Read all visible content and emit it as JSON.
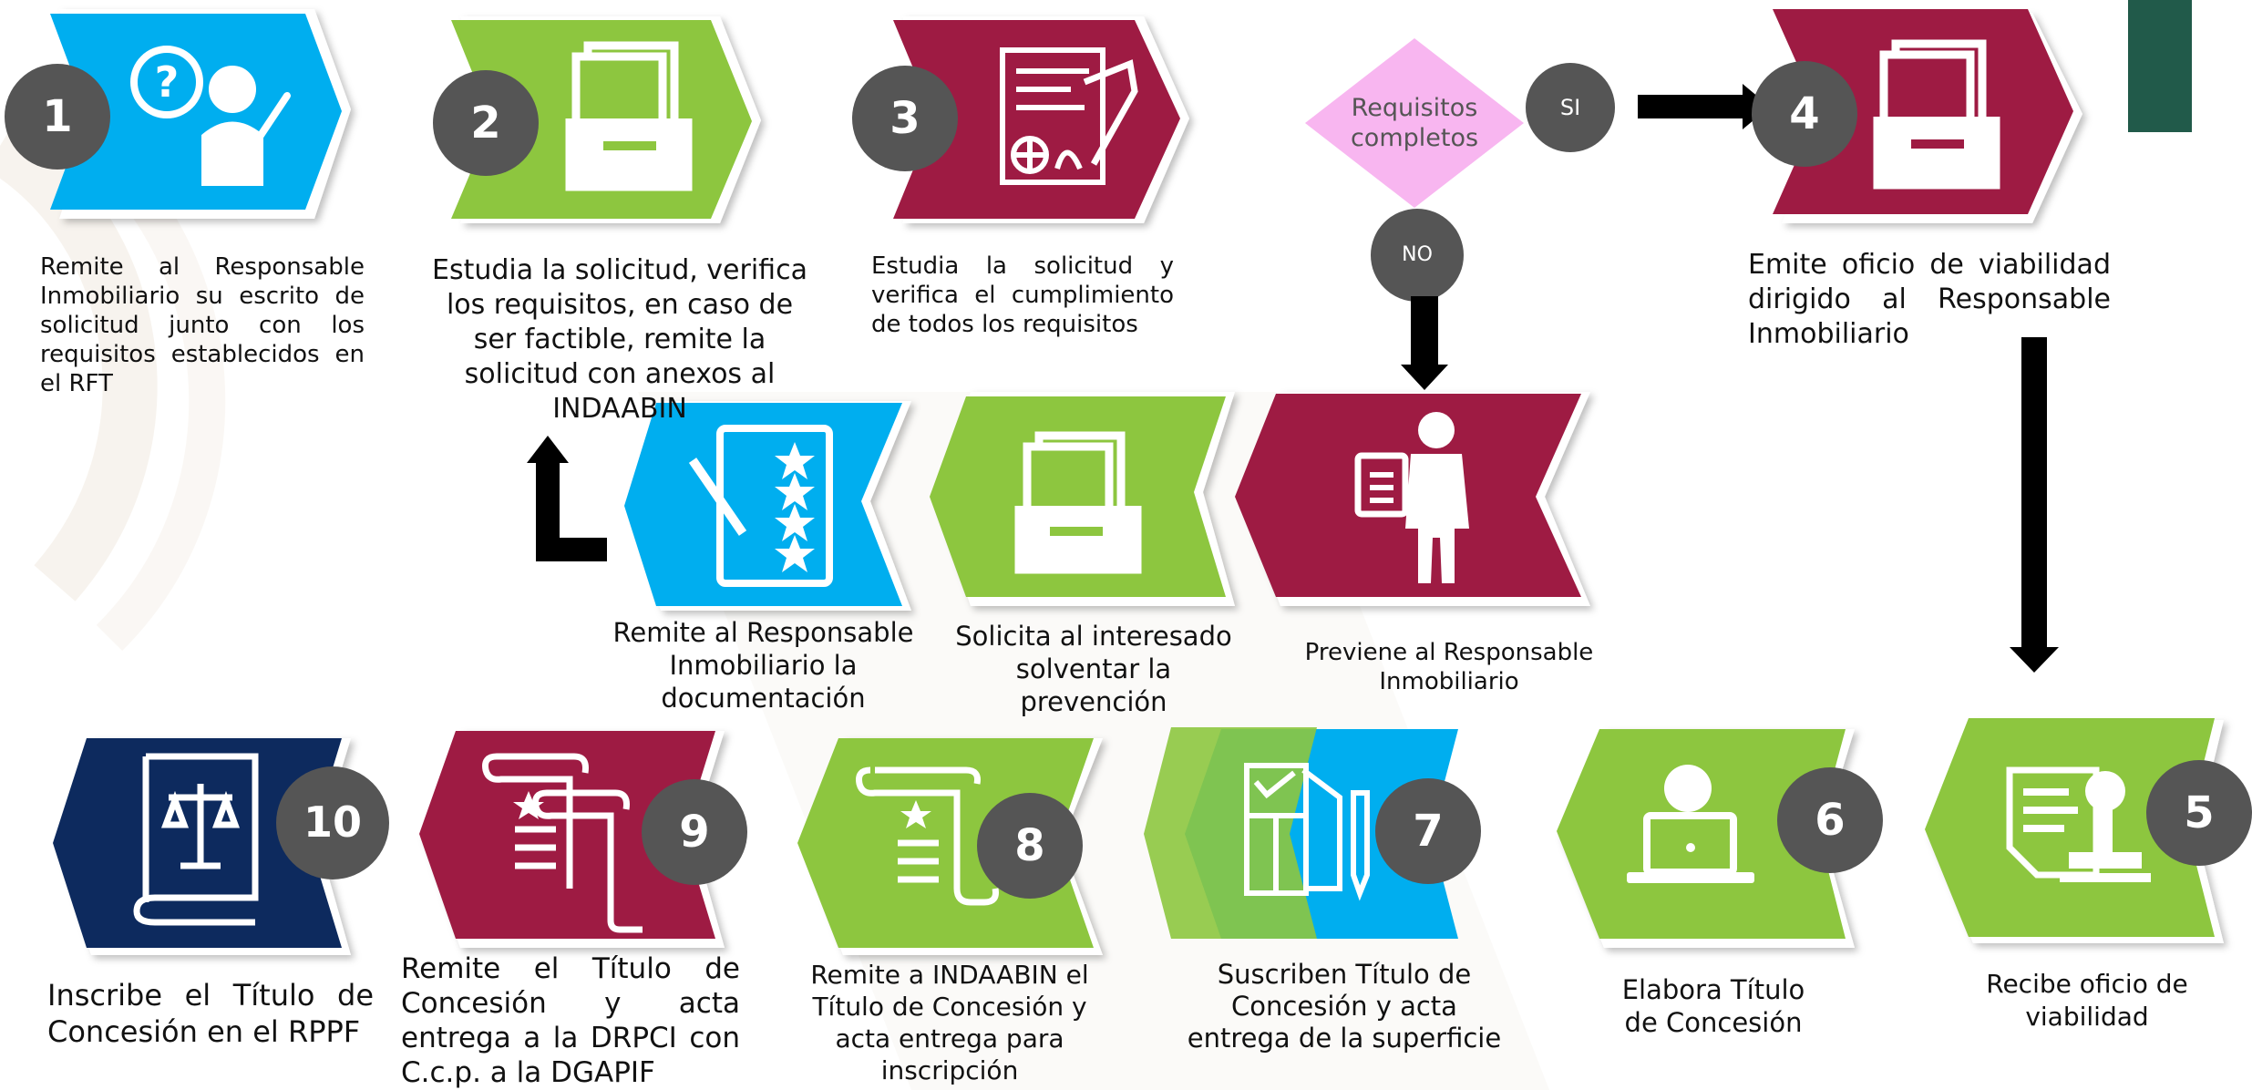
{
  "colors": {
    "blue": "#00aeef",
    "green": "#8dc63f",
    "maroon": "#9e1b43",
    "navy": "#0d2a5e",
    "pink": "#f8b6f0",
    "grey_circle": "#555555",
    "dark_green": "#215a4a"
  },
  "steps": {
    "s1": {
      "num": "1",
      "icon": "question-person-icon",
      "desc": "Remite al Responsable Inmobiliario su escrito de solicitud junto con los requisitos establecidos en el RFT"
    },
    "s2": {
      "num": "2",
      "icon": "inbox-tray-icon",
      "desc": "Estudia la solicitud, verifica los requisitos, en caso de ser factible, remite la solicitud con anexos al INDAABIN"
    },
    "s3": {
      "num": "3",
      "icon": "blueprint-icon",
      "desc": "Estudia la solicitud y verifica el cumplimiento de todos los requisitos"
    },
    "s4": {
      "num": "4",
      "icon": "inbox-tray-icon",
      "desc": "Emite oficio de viabilidad dirigido al Responsable Inmobiliario"
    },
    "s5": {
      "num": "5",
      "icon": "stamp-document-icon",
      "desc": "Recibe oficio de viabilidad"
    },
    "s6": {
      "num": "6",
      "icon": "laptop-user-icon",
      "desc": "Elabora Título de Concesión"
    },
    "s7": {
      "num": "7",
      "icon": "floor-plan-icon",
      "desc": "Suscriben Título de Concesión y acta entrega de la superficie"
    },
    "s8": {
      "num": "8",
      "icon": "scroll-icon",
      "desc": "Remite a INDAABIN el Título de Concesión y acta entrega para inscripción"
    },
    "s9": {
      "num": "9",
      "icon": "scrolls-icon",
      "desc": "Remite el Título de Concesión y acta entrega a la DRPCI con C.c.p. a la DGAPIF"
    },
    "s10": {
      "num": "10",
      "icon": "law-book-icon",
      "desc": "Inscribe el Título de Concesión en el RPPF"
    }
  },
  "decision": {
    "label": "Requisitos completos",
    "yes": "SI",
    "no": "NO"
  },
  "branch": {
    "b1": {
      "icon": "person-clipboard-icon",
      "desc": "Previene al Responsable Inmobiliario"
    },
    "b2": {
      "icon": "inbox-tray-icon",
      "desc": "Solicita al interesado solventar la prevención"
    },
    "b3": {
      "icon": "rating-checklist-icon",
      "desc": "Remite al Responsable Inmobiliario la documentación"
    }
  }
}
